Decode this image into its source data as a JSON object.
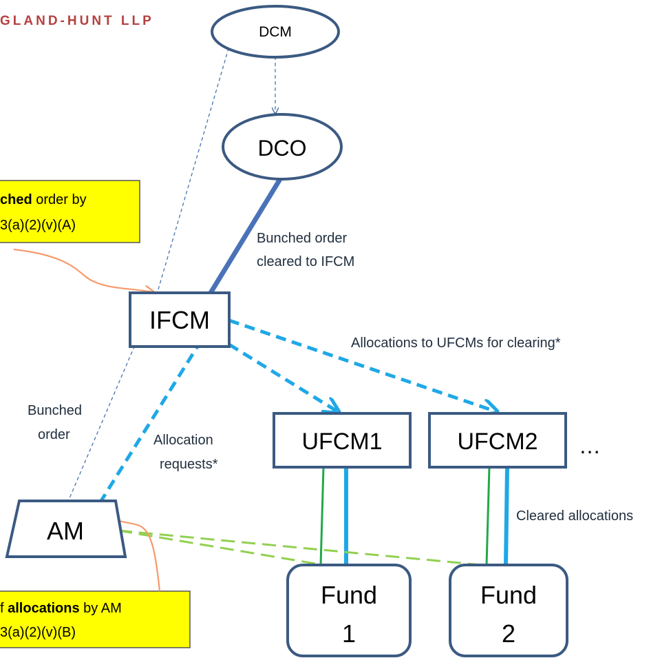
{
  "logo": {
    "text": "GLAND-HUNT LLP"
  },
  "nodes": {
    "dcm": "DCM",
    "dco": "DCO",
    "ifcm": "IFCM",
    "ufcm1": "UFCM1",
    "ufcm2": "UFCM2",
    "ellipsis": "…",
    "am": "AM",
    "fund1": {
      "line1": "Fund",
      "line2": "1"
    },
    "fund2": {
      "line1": "Fund",
      "line2": "2"
    }
  },
  "labels": {
    "bunched_order_cleared": {
      "line1": "Bunched order",
      "line2": "cleared to IFCM"
    },
    "allocations_to_ufcms": "Allocations to UFCMs for clearing*",
    "bunched_order": {
      "line1": "Bunched",
      "line2": "order"
    },
    "allocation_requests": {
      "line1": "Allocation",
      "line2": "requests*"
    },
    "cleared_allocations": "Cleared allocations"
  },
  "callouts": {
    "top": {
      "line1_bold": "ched",
      "line1_rest": " order by",
      "line2": "3(a)(2)(v)(A)"
    },
    "bottom": {
      "line1_pre": "f ",
      "line1_bold": "allocations",
      "line1_rest": "  by AM",
      "line2": "3(a)(2)(v)(B)"
    }
  },
  "colors": {
    "node_stroke": "#3b5a82",
    "thin_dash": "#4a72ad",
    "thick_solid": "#4a72b8",
    "cyan": "#1fa8e6",
    "green": "#21a84a",
    "light_green": "#92d050",
    "orange": "#f79a6a",
    "callout_fill": "#ffff00"
  }
}
